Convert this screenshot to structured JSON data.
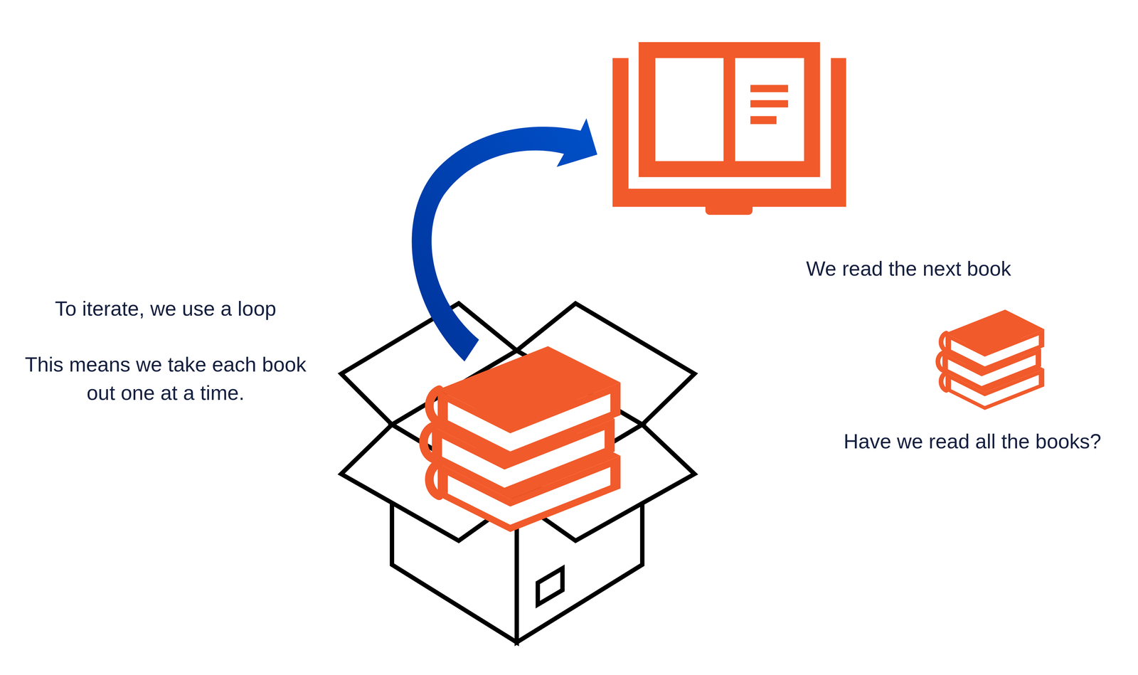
{
  "diagram": {
    "labels": [
      "To iterate, we use a loop",
      "This means we take each book out one at a time.",
      "We read the next book",
      "Have we read all the books?"
    ]
  }
}
